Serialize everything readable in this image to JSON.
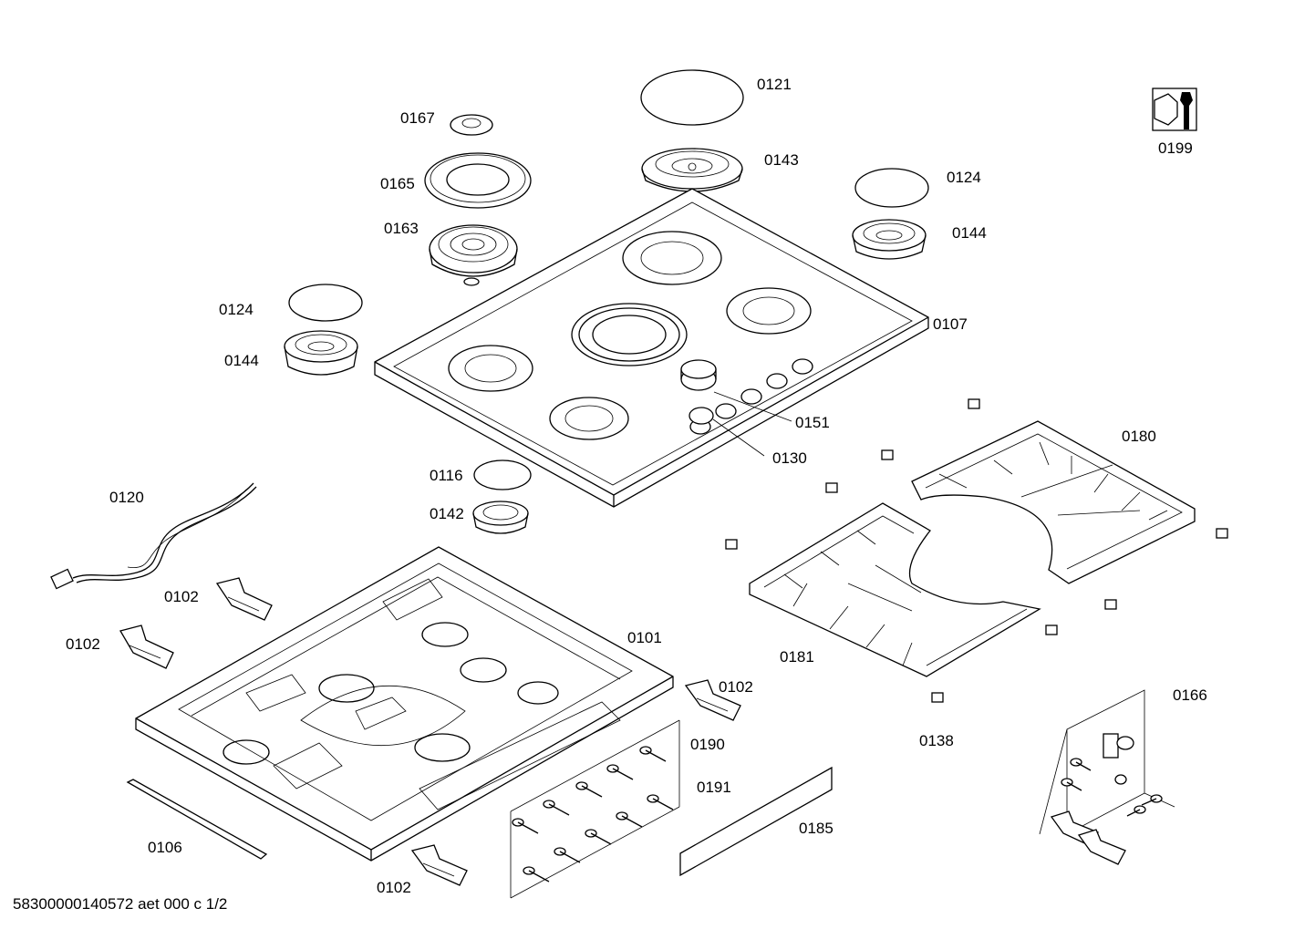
{
  "document_id": "58300000140572 aet 000 c 1/2",
  "parts": {
    "p0121": "0121",
    "p0143": "0143",
    "p0167": "0167",
    "p0165": "0165",
    "p0163": "0163",
    "p0124a": "0124",
    "p0144a": "0144",
    "p0124b": "0124",
    "p0144b": "0144",
    "p0107": "0107",
    "p0151": "0151",
    "p0130": "0130",
    "p0116": "0116",
    "p0142": "0142",
    "p0120": "0120",
    "p0102a": "0102",
    "p0102b": "0102",
    "p0101": "0101",
    "p0102c": "0102",
    "p0102d": "0102",
    "p0106": "0106",
    "p0190": "0190",
    "p0191": "0191",
    "p0185": "0185",
    "p0180": "0180",
    "p0181": "0181",
    "p0138": "0138",
    "p0166": "0166",
    "p0199": "0199"
  },
  "icons": {
    "service_kit": "wrench-nut-icon"
  }
}
